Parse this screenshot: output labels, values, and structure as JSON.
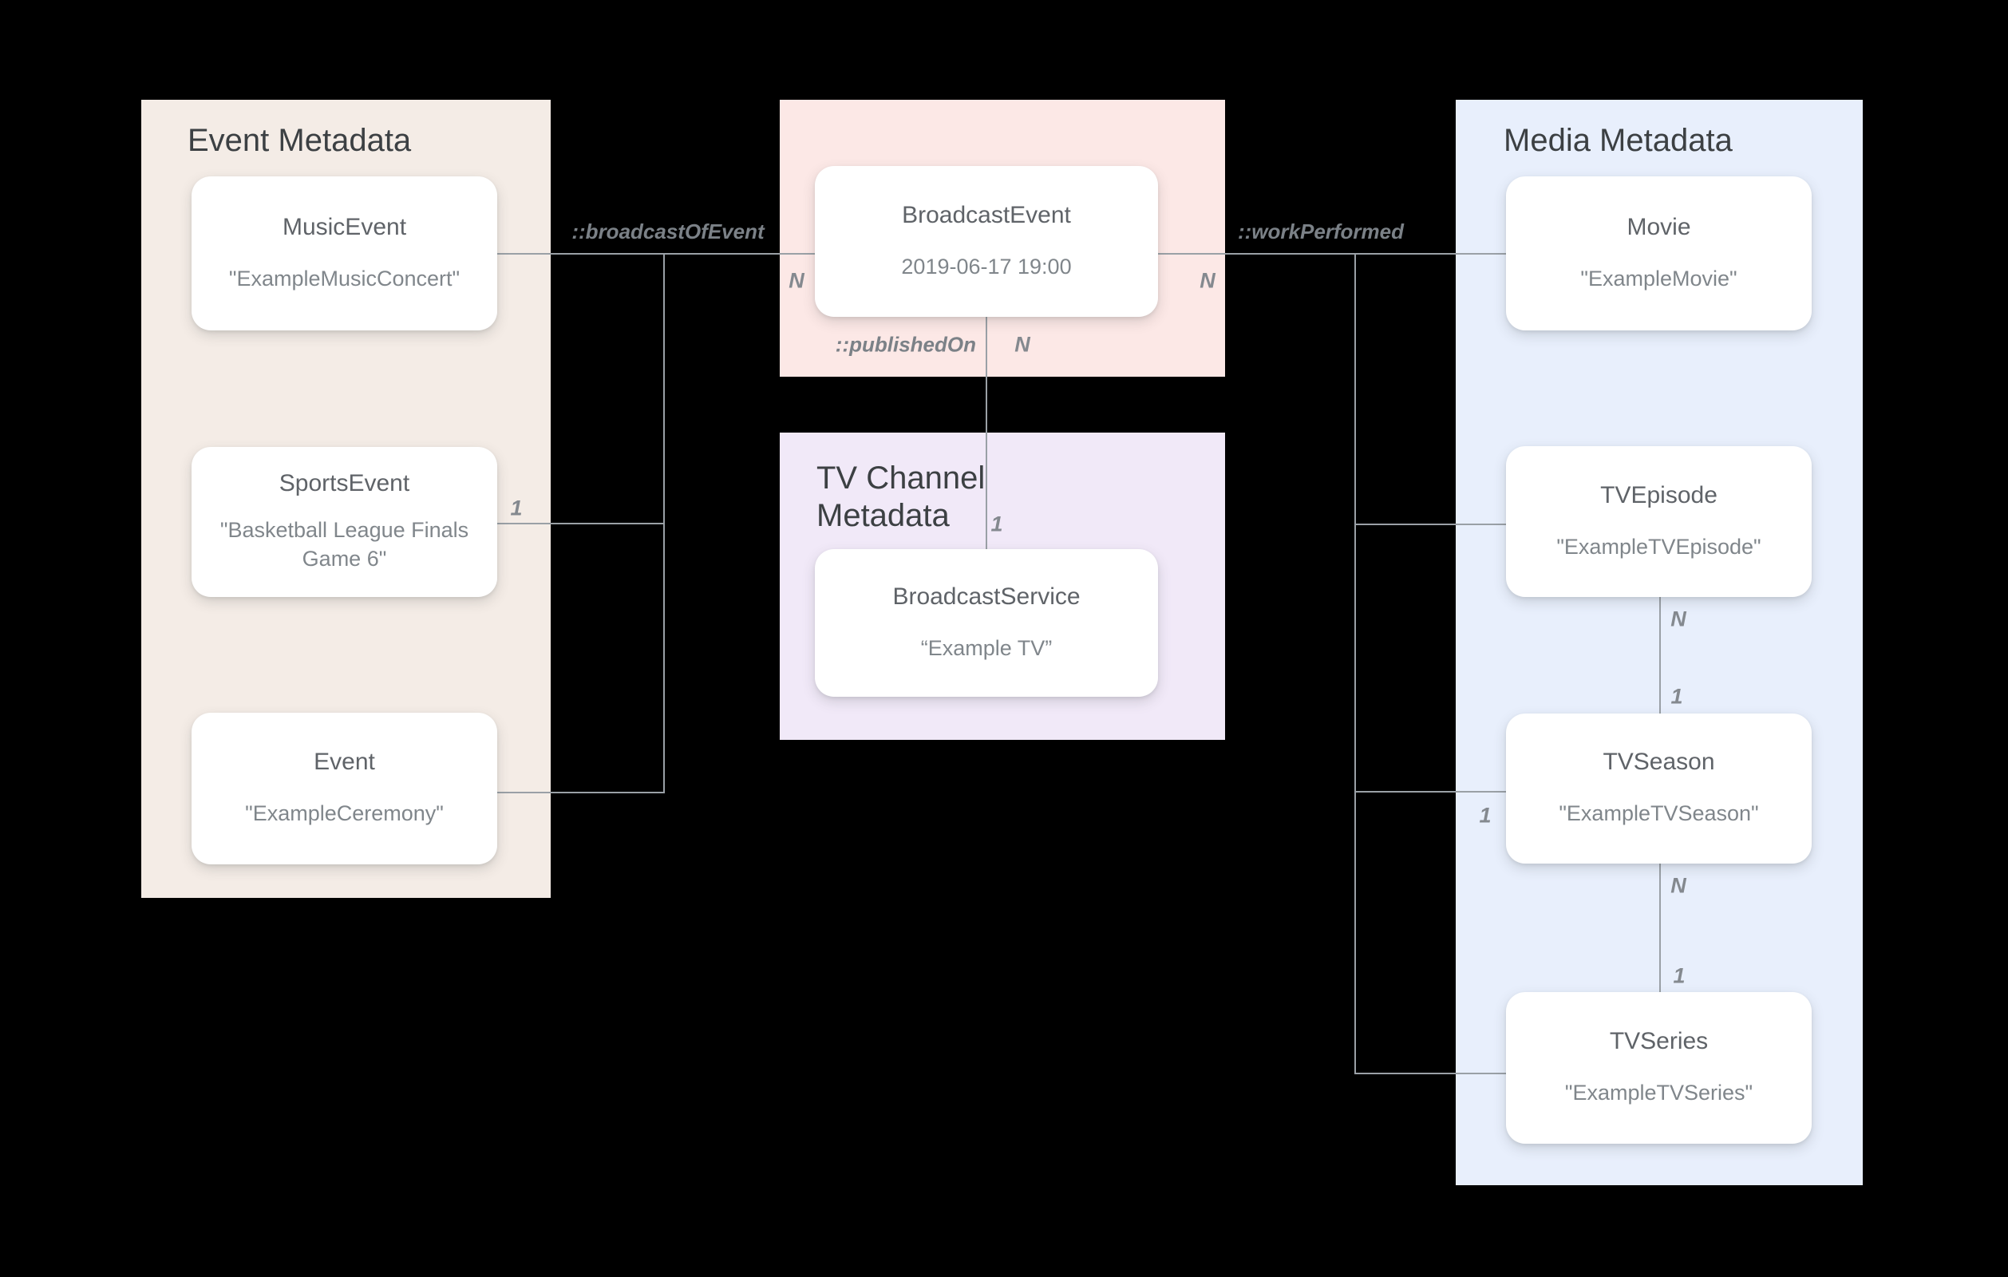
{
  "diagram": {
    "panels": {
      "event": {
        "title": "Event Metadata"
      },
      "tvChannel": {
        "title": "TV Channel Metadata"
      },
      "media": {
        "title": "Media Metadata"
      }
    },
    "nodes": {
      "musicEvent": {
        "label": "MusicEvent",
        "value": "\"ExampleMusicConcert\""
      },
      "sportsEvent": {
        "label": "SportsEvent",
        "value": "\"Basketball League Finals Game 6\""
      },
      "event": {
        "label": "Event",
        "value": "\"ExampleCeremony\""
      },
      "broadcastEvent": {
        "label": "BroadcastEvent",
        "value": "2019-06-17 19:00"
      },
      "broadcastService": {
        "label": "BroadcastService",
        "value": "“Example TV”"
      },
      "movie": {
        "label": "Movie",
        "value": "\"ExampleMovie\""
      },
      "tvEpisode": {
        "label": "TVEpisode",
        "value": "\"ExampleTVEpisode\""
      },
      "tvSeason": {
        "label": "TVSeason",
        "value": "\"ExampleTVSeason\""
      },
      "tvSeries": {
        "label": "TVSeries",
        "value": "\"ExampleTVSeries\""
      }
    },
    "edgeLabels": {
      "broadcastOfEvent": "::broadcastOfEvent",
      "workPerformed": "::workPerformed",
      "publishedOn": "::publishedOn"
    },
    "cardinalities": {
      "broadcastLeftN": "N",
      "sportsOne": "1",
      "broadcastRightN": "N",
      "publishedN": "N",
      "publishedOne": "1",
      "episodeBottomN": "N",
      "seasonTopOne": "1",
      "seasonLeftOne": "1",
      "seasonBottomN": "N",
      "seriesTopOne": "1"
    },
    "colors": {
      "background": "#000000",
      "eventPanel": "#F4ECE6",
      "broadcastPanel": "#FCE8E6",
      "tvChannelPanel": "#F1E9F8",
      "mediaPanel": "#E8EFFC",
      "nodeBackground": "#FFFFFF",
      "panelTitleText": "#3C4043",
      "nodeLabelText": "#5F6368",
      "nodeValueText": "#80868B",
      "line": "#9AA0A6"
    }
  }
}
